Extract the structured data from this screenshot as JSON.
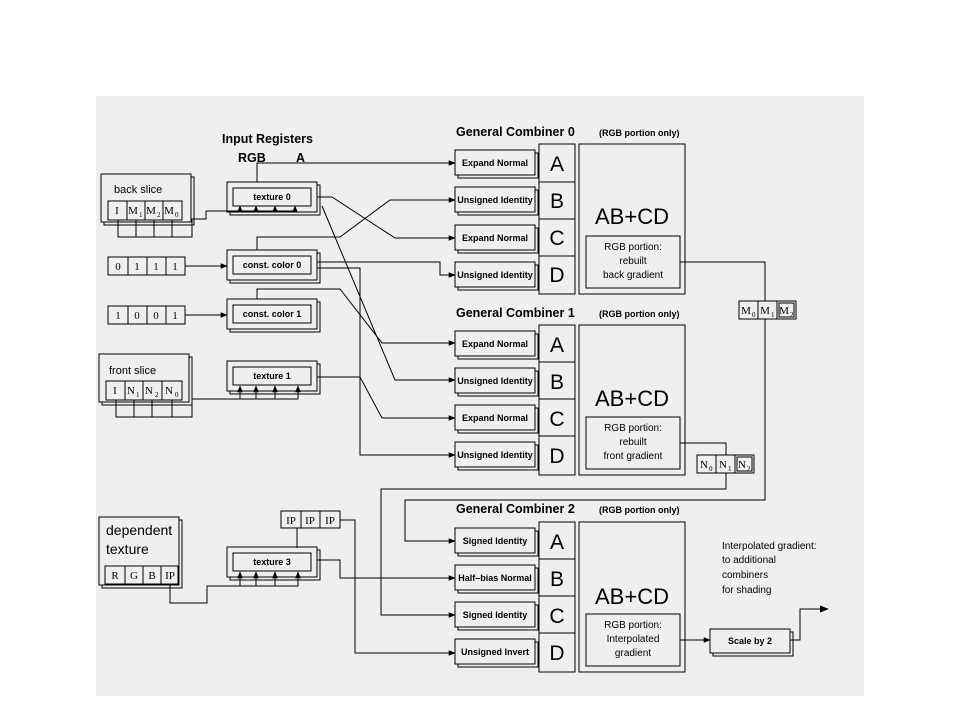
{
  "input_registers": {
    "title": "Input Registers",
    "rgb_label": "RGB",
    "a_label": "A"
  },
  "back_slice": {
    "label": "back slice",
    "cells": [
      "I",
      "M1",
      "M2",
      "M0"
    ]
  },
  "front_slice": {
    "label": "front slice",
    "cells": [
      "I",
      "N1",
      "N2",
      "N0"
    ]
  },
  "dependent_texture": {
    "label_line1": "dependent",
    "label_line2": "texture",
    "cells": [
      "R",
      "G",
      "B",
      "IP"
    ]
  },
  "const0_values": [
    "0",
    "1",
    "1",
    "1"
  ],
  "const1_values": [
    "1",
    "0",
    "0",
    "1"
  ],
  "registers": {
    "texture0": "texture 0",
    "const0": "const. color 0",
    "const1": "const. color 1",
    "texture1": "texture 1",
    "texture3": "texture 3"
  },
  "ip_cells": [
    "IP",
    "IP",
    "IP"
  ],
  "combiners": [
    {
      "title": "General Combiner 0",
      "subtitle": "(RGB portion only)",
      "inputs": [
        {
          "mapping": "Expand Normal",
          "var": "A"
        },
        {
          "mapping": "Unsigned Identity",
          "var": "B"
        },
        {
          "mapping": "Expand Normal",
          "var": "C"
        },
        {
          "mapping": "Unsigned Identity",
          "var": "D"
        }
      ],
      "op": "AB+CD",
      "output": [
        "RGB portion:",
        "rebuilt",
        "back gradient"
      ]
    },
    {
      "title": "General Combiner 1",
      "subtitle": "(RGB portion only)",
      "inputs": [
        {
          "mapping": "Expand Normal",
          "var": "A"
        },
        {
          "mapping": "Unsigned Identity",
          "var": "B"
        },
        {
          "mapping": "Expand Normal",
          "var": "C"
        },
        {
          "mapping": "Unsigned Identity",
          "var": "D"
        }
      ],
      "op": "AB+CD",
      "output": [
        "RGB portion:",
        "rebuilt",
        "front gradient"
      ]
    },
    {
      "title": "General Combiner 2",
      "subtitle": "(RGB portion only)",
      "inputs": [
        {
          "mapping": "Signed Identity",
          "var": "A"
        },
        {
          "mapping": "Half–bias Normal",
          "var": "B"
        },
        {
          "mapping": "Signed Identity",
          "var": "C"
        },
        {
          "mapping": "Unsigned Invert",
          "var": "D"
        }
      ],
      "op": "AB+CD",
      "output": [
        "RGB portion:",
        "Interpolated",
        "gradient"
      ]
    }
  ],
  "m_register": [
    "M0",
    "M1",
    "M2"
  ],
  "n_register": [
    "N0",
    "N1",
    "N2"
  ],
  "scale_label": "Scale by 2",
  "annotation": [
    "Interpolated gradient:",
    "to additional",
    "combiners",
    "for shading"
  ]
}
